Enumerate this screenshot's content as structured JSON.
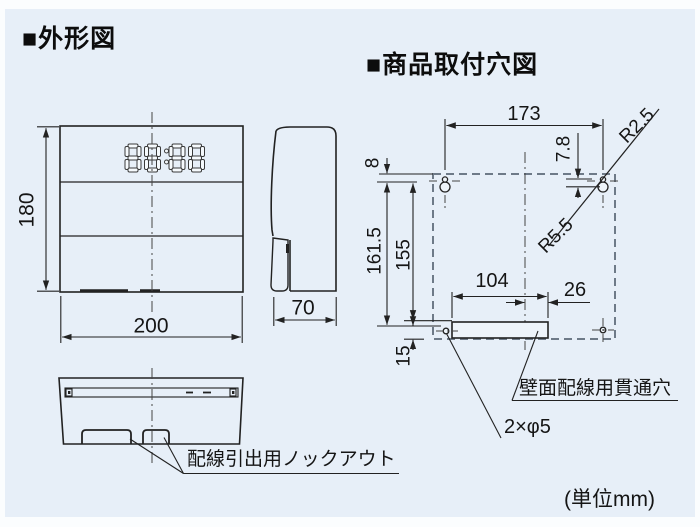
{
  "page": {
    "unit_note": "(単位mm)"
  },
  "headings": {
    "outline_drawing": "■外形図",
    "mounting_hole_drawing": "■商品取付穴図"
  },
  "outline_view": {
    "display_value": "88:88",
    "dims": {
      "height": "180",
      "width": "200",
      "depth": "70"
    },
    "knockout_label": "配線引出用ノックアウト"
  },
  "mounting_view": {
    "dims": {
      "hole_span": "173",
      "hole_top_offset": "7.8",
      "edge_to_hole": "8",
      "edge_to_slot": "161.5",
      "hole_to_slot": "155",
      "slot_to_bottom": "15",
      "slot_width": "104",
      "slot_right_offset": "26"
    },
    "radii": {
      "keyhole_small": "R2.5",
      "keyhole_large": "R5.5"
    },
    "through_hole_label": "壁面配線用貫通穴",
    "bottom_holes_label": "2×φ5"
  },
  "colors": {
    "panel_bg": "#e7eff8",
    "line": "#222222",
    "dashed_outline": "#6e7a88",
    "centerline": "#444444"
  }
}
